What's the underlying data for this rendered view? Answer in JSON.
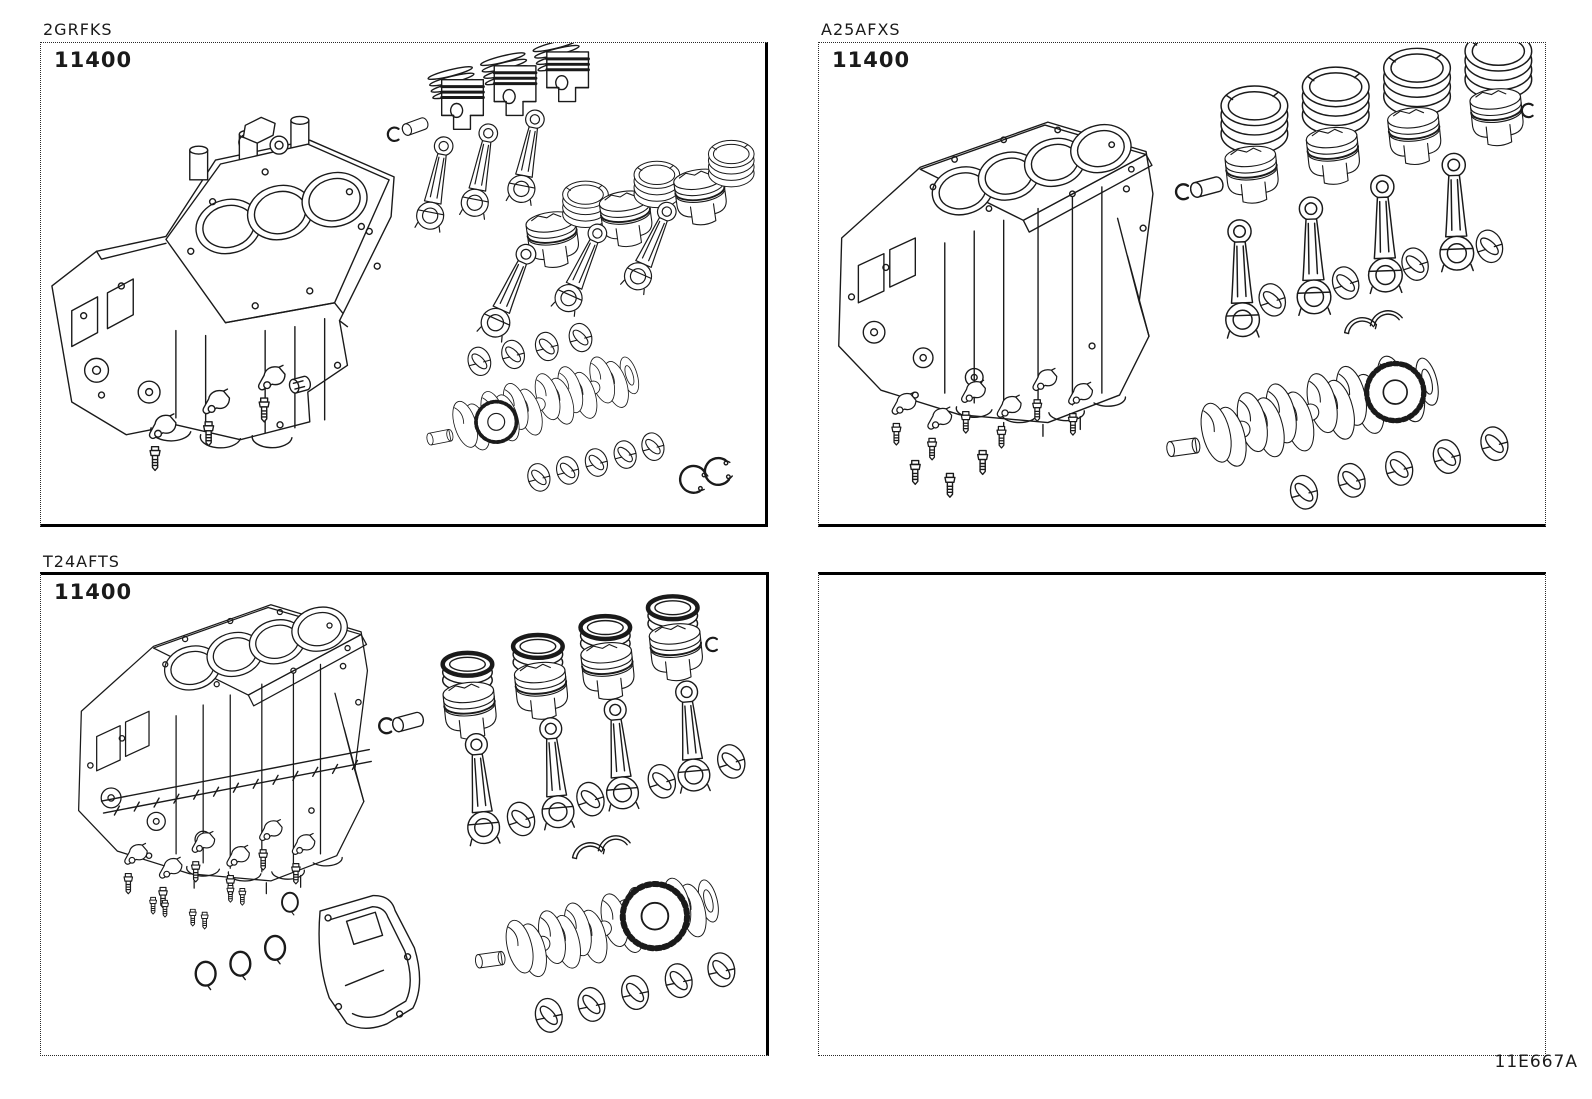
{
  "page": {
    "footer_code": "11E667A",
    "background_color": "#ffffff",
    "line_color": "#1a1a1a"
  },
  "panels": [
    {
      "engine_code": "2GRFKS",
      "part_number": "11400",
      "components": [
        "engine-short-block-v6",
        "knock-sensor",
        "piston-ring-stacks",
        "pistons",
        "piston-pin",
        "snap-ring",
        "connecting-rods",
        "piston-ring-sets",
        "rod-bearing-shells",
        "crankshaft",
        "timing-gear",
        "main-bearing-shells",
        "snap-rings",
        "oil-nozzle-clips",
        "bolts",
        "plug"
      ]
    },
    {
      "engine_code": "A25AFXS",
      "part_number": "11400",
      "components": [
        "engine-short-block-l4",
        "piston-ring-sets",
        "pistons",
        "piston-pin",
        "snap-ring",
        "connecting-rods",
        "rod-bearing-shells",
        "thrust-washers",
        "crankshaft",
        "timing-gear",
        "main-bearing-shells",
        "oil-nozzle-clips",
        "bolts"
      ]
    },
    {
      "engine_code": "T24AFTS",
      "part_number": "11400",
      "components": [
        "engine-short-block-l4",
        "piston-ring-sets",
        "pistons",
        "piston-pin",
        "snap-ring",
        "connecting-rods",
        "rod-bearing-shells",
        "thrust-washers",
        "crankshaft",
        "main-bearing-shells",
        "oil-pan-baffle",
        "o-rings",
        "oil-nozzle-clips",
        "bolts"
      ]
    },
    {
      "engine_code": "",
      "part_number": "",
      "components": []
    }
  ]
}
